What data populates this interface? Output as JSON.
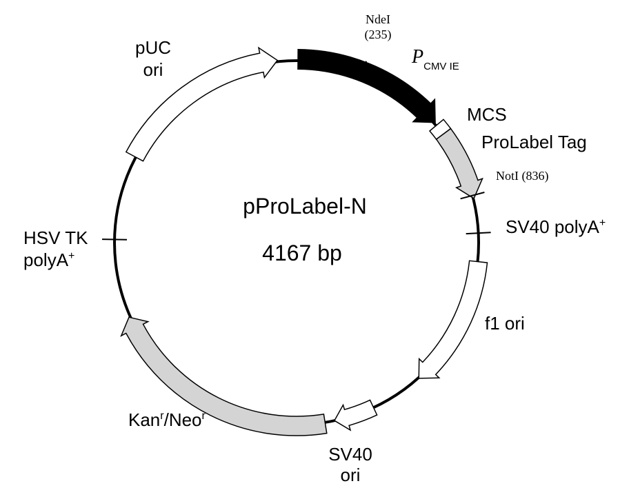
{
  "plasmid": {
    "name": "pProLabel-N",
    "size": "4167 bp"
  },
  "colors": {
    "promoter": "#000000",
    "gray_feature": "#d4d4d4",
    "open_feature": "#ffffff",
    "backbone": "#000000"
  },
  "features": {
    "pcmv": {
      "main": "P",
      "sub": "CMV IE"
    },
    "mcs": "MCS",
    "prolabel": "ProLabel Tag",
    "sv40_polya": {
      "main": "SV40 polyA",
      "sup": "+"
    },
    "f1_ori": "f1 ori",
    "sv40_ori": {
      "line1": "SV40",
      "line2": "ori"
    },
    "kan_neo": {
      "kan": "Kan",
      "kan_sup": "r",
      "neo": "/Neo",
      "neo_sup": "r"
    },
    "hsv_tk": {
      "line1": "HSV TK",
      "line2": "polyA",
      "sup": "+"
    },
    "puc_ori": {
      "line1": "pUC",
      "line2": "ori"
    }
  },
  "sites": {
    "ndei": {
      "name": "NdeI",
      "pos": "(235)"
    },
    "noti": {
      "name": "NotI (836)"
    }
  }
}
